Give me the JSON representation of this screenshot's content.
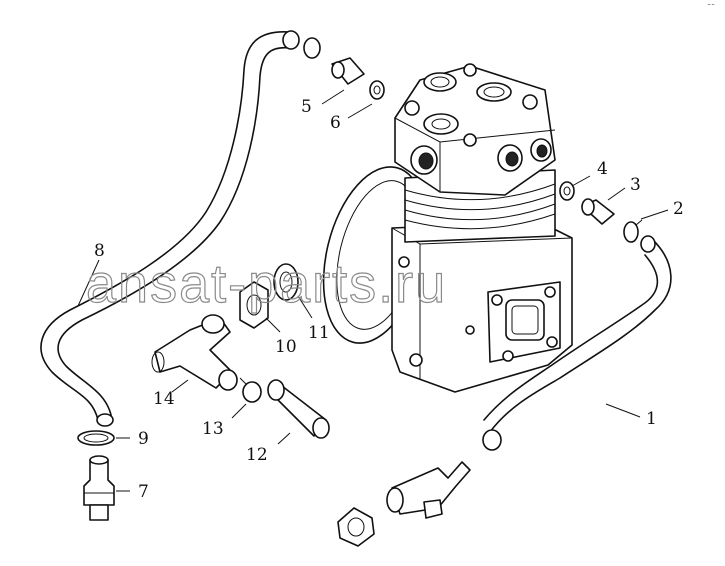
{
  "watermark": "ansat-parts.ru",
  "corner_mark": "˜˜",
  "callouts": {
    "c1": "1",
    "c2": "2",
    "c3": "3",
    "c4": "4",
    "c5": "5",
    "c6": "6",
    "c7": "7",
    "c8": "8",
    "c9": "9",
    "c10": "10",
    "c11": "11",
    "c12": "12",
    "c13": "13",
    "c14": "14"
  }
}
